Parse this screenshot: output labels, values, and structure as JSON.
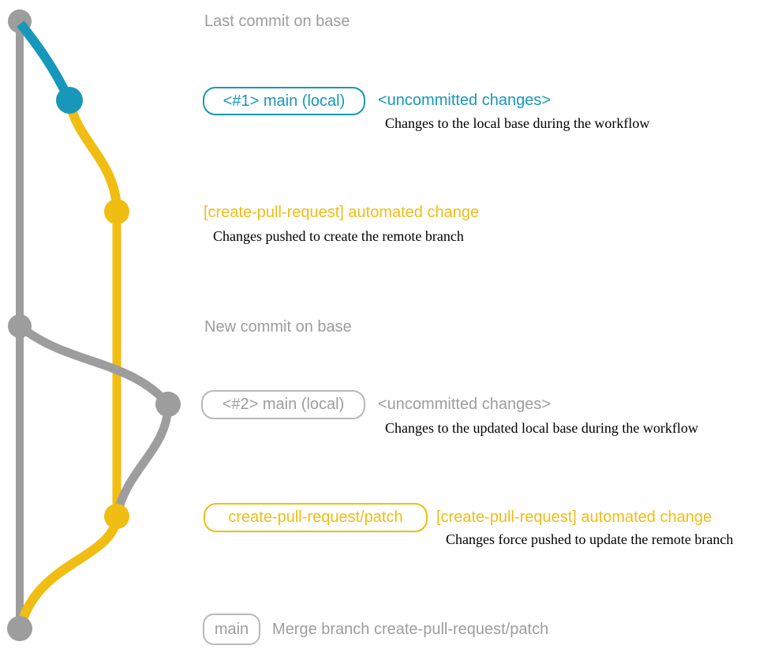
{
  "colors": {
    "gray": "#9d9d9d",
    "gray_border": "#b9b9b9",
    "blue": "#1797ba",
    "yellow": "#f0bd13",
    "text": "#000000",
    "background": "#ffffff"
  },
  "graph": {
    "type": "git-commit-graph",
    "branches": [
      {
        "name": "base",
        "color": "#9d9d9d"
      },
      {
        "name": "main (local)",
        "color": "#1797ba"
      },
      {
        "name": "create-pull-request/patch",
        "color": "#f0bd13"
      }
    ],
    "commits": [
      {
        "id": "last-commit-on-base",
        "branch": "base",
        "color": "#9d9d9d"
      },
      {
        "id": "main-local-1",
        "branch": "main (local)",
        "color": "#1797ba"
      },
      {
        "id": "automated-change-1",
        "branch": "create-pull-request/patch",
        "color": "#f0bd13"
      },
      {
        "id": "new-commit-on-base",
        "branch": "base",
        "color": "#9d9d9d"
      },
      {
        "id": "main-local-2",
        "branch": "main (local)",
        "color": "#9d9d9d"
      },
      {
        "id": "automated-change-2",
        "branch": "create-pull-request/patch",
        "color": "#f0bd13"
      },
      {
        "id": "merge-commit",
        "branch": "base",
        "color": "#9d9d9d"
      }
    ]
  },
  "rows": {
    "last_commit": {
      "label": "Last commit on base"
    },
    "branch1": {
      "box": "<#1> main (local)",
      "status": "<uncommitted changes>",
      "desc": "Changes to the local base during the workflow"
    },
    "commit1": {
      "label": "[create-pull-request] automated change",
      "desc": "Changes pushed to create the remote branch"
    },
    "new_commit": {
      "label": "New commit on base"
    },
    "branch2": {
      "box": "<#2> main (local)",
      "status": "<uncommitted changes>",
      "desc": "Changes to the updated local base during the workflow"
    },
    "patch": {
      "box": "create-pull-request/patch",
      "label": "[create-pull-request] automated change",
      "desc": "Changes force pushed to update the remote branch"
    },
    "merge": {
      "box": "main",
      "label": "Merge branch create-pull-request/patch"
    }
  }
}
